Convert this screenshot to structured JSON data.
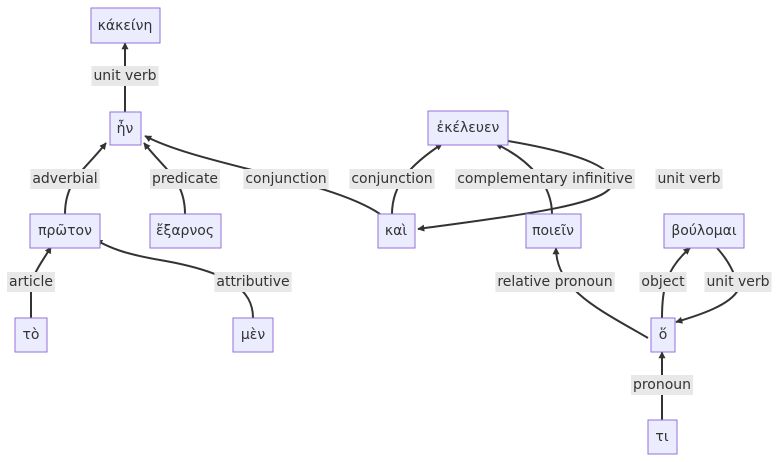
{
  "diagram": {
    "nodes": {
      "kakeine": "κάκείνη",
      "en": "ἦν",
      "proton": "πρῶτον",
      "exarnos": "ἔξαρνος",
      "to": "τὸ",
      "men": "μὲν",
      "ekeleuen": "ἐκέλευεν",
      "kai": "καὶ",
      "poiein": "ποιεῖν",
      "boulomai": "βούλομαι",
      "ho": "ὅ",
      "ti": "τι"
    },
    "edges": {
      "en_kakeine": "unit verb",
      "proton_en": "adverbial",
      "exarnos_en": "predicate",
      "kai_en": "conjunction",
      "to_proton": "article",
      "men_proton": "attributive",
      "kai_ekeleuen": "conjunction",
      "poiein_ekeleuen": "complementary infinitive",
      "ekeleuen_kai": "unit verb",
      "ho_poiein": "relative pronoun",
      "ho_boulomai": "object",
      "boulomai_ho": "unit verb",
      "ti_ho": "pronoun"
    }
  }
}
